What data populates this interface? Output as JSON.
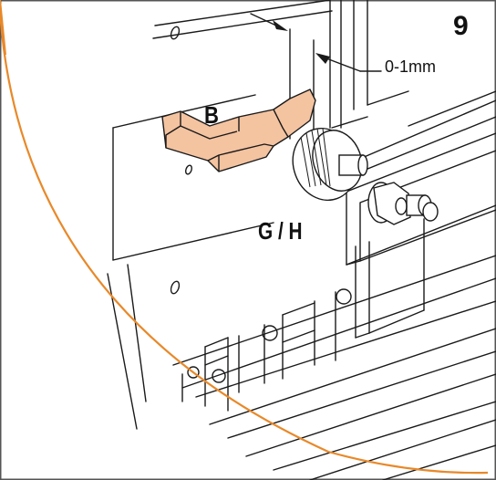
{
  "labels": {
    "step_number": "9",
    "gap_measurement": "0-1mm",
    "part_b": "B",
    "part_gh": "G / H"
  },
  "colors": {
    "accent_arc": "#e8892a",
    "highlight_part_fill": "#f4c3a0",
    "line": "#1a1a1a",
    "frame_border": "#555555"
  }
}
